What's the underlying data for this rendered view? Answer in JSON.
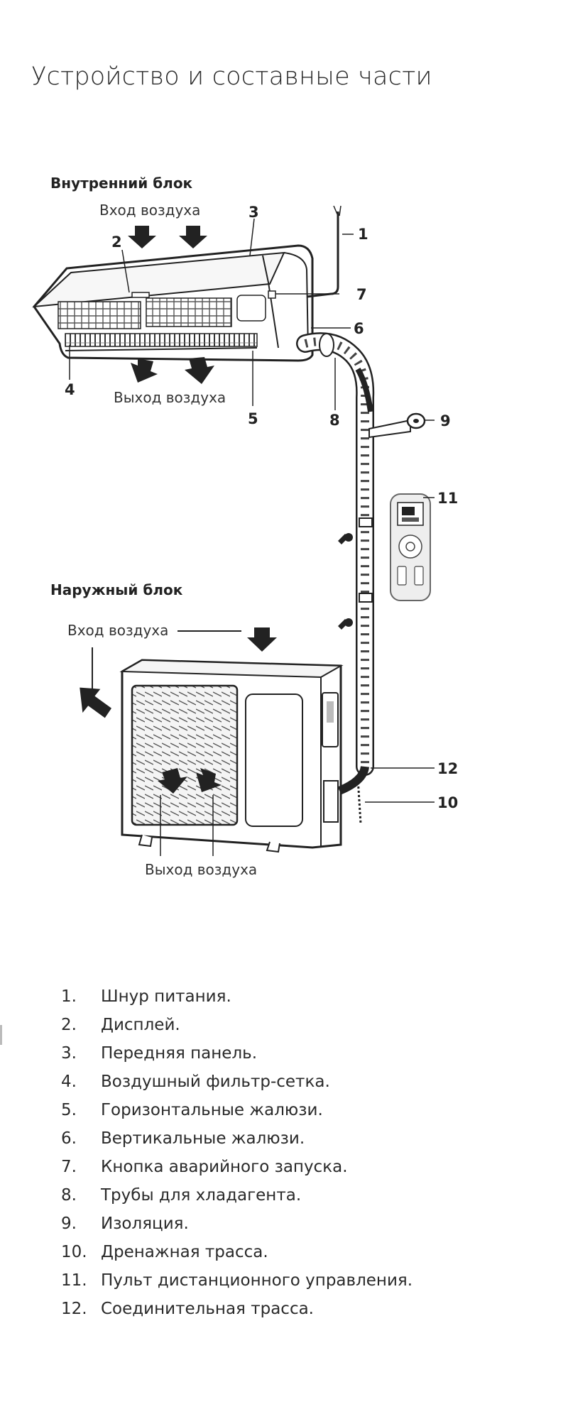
{
  "page": {
    "title": "Устройство и составные части"
  },
  "indoor_unit": {
    "heading": "Внутренний блок",
    "air_in": "Вход воздуха",
    "air_out": "Выход воздуха"
  },
  "outdoor_unit": {
    "heading": "Наружный блок",
    "air_in": "Вход воздуха",
    "air_out": "Выход воздуха"
  },
  "callouts": [
    "1",
    "2",
    "3",
    "4",
    "5",
    "6",
    "7",
    "8",
    "9",
    "10",
    "11",
    "12"
  ],
  "parts": [
    {
      "num": "1.",
      "label": "Шнур питания."
    },
    {
      "num": "2.",
      "label": "Дисплей."
    },
    {
      "num": "3.",
      "label": "Передняя панель."
    },
    {
      "num": "4.",
      "label": "Воздушный фильтр-сетка."
    },
    {
      "num": "5.",
      "label": "Горизонтальные жалюзи."
    },
    {
      "num": "6.",
      "label": "Вертикальные жалюзи."
    },
    {
      "num": "7.",
      "label": "Кнопка аварийного запуска."
    },
    {
      "num": "8.",
      "label": "Трубы для хладагента."
    },
    {
      "num": "9.",
      "label": "Изоляция."
    },
    {
      "num": "10.",
      "label": "Дренажная трасса."
    },
    {
      "num": "11.",
      "label": "Пульт дистанционного управления."
    },
    {
      "num": "12.",
      "label": "Соединительная трасса."
    }
  ]
}
